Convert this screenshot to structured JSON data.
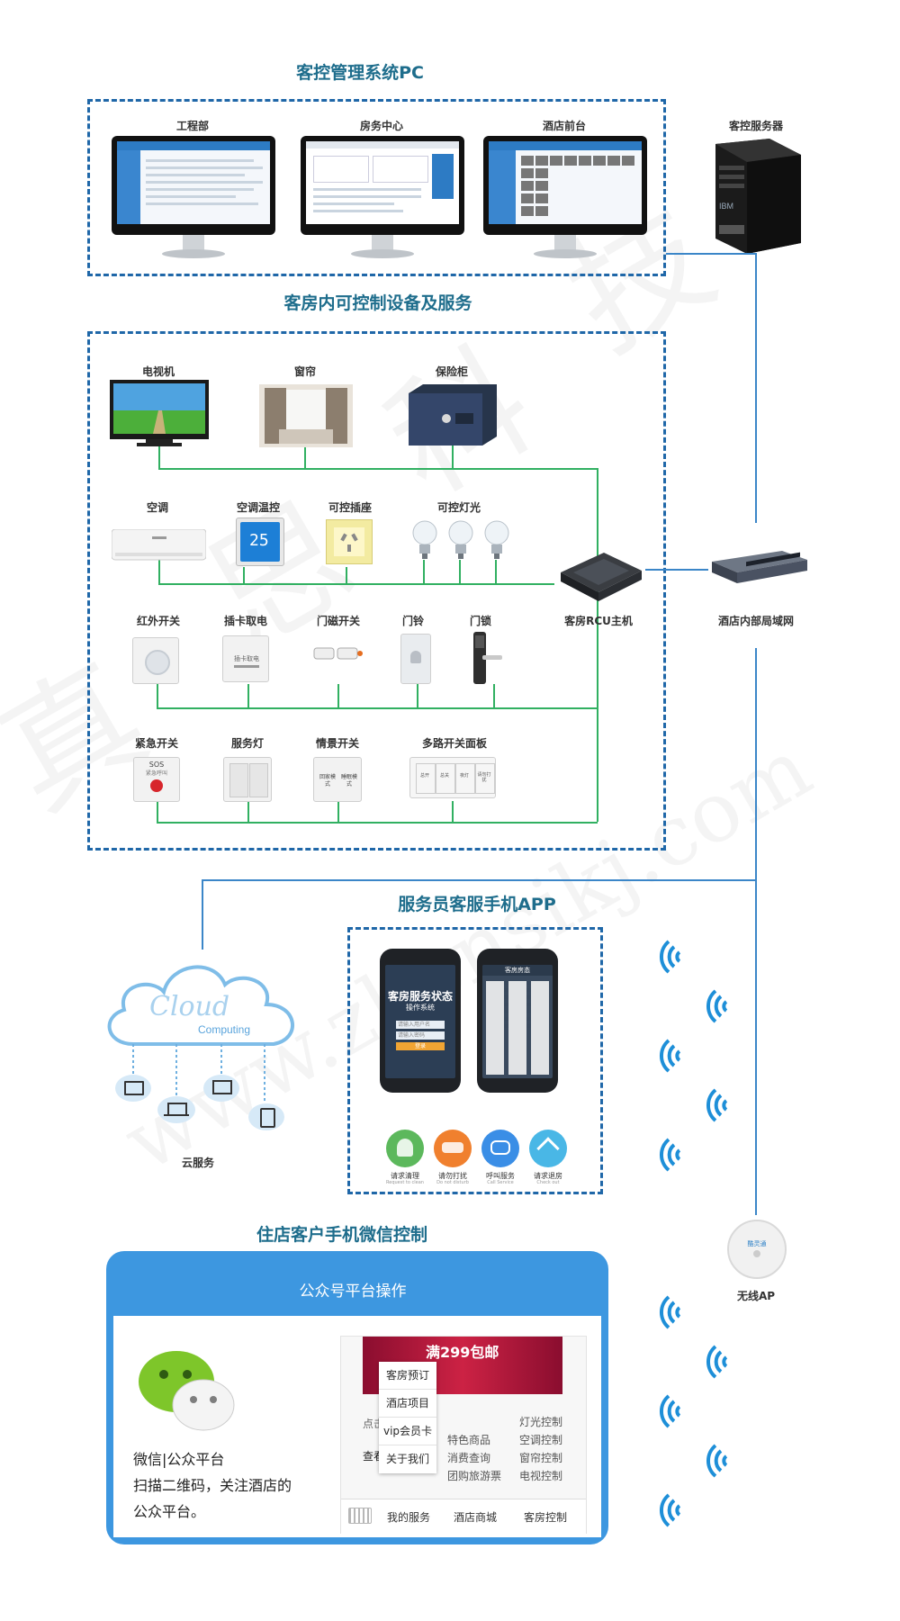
{
  "sections": {
    "pc_title": "客控管理系统PC",
    "devices_title": "客房内可控制设备及服务",
    "app_title": "服务员客服手机APP",
    "wechat_title": "住店客户手机微信控制"
  },
  "pc": {
    "monitors": [
      "工程部",
      "房务中心",
      "酒店前台"
    ],
    "server_label": "客控服务器",
    "server_brand": "IBM"
  },
  "devices": {
    "row1": [
      "电视机",
      "窗帘",
      "保险柜"
    ],
    "row2": [
      "空调",
      "空调温控",
      "可控插座",
      "可控灯光"
    ],
    "row3": [
      "红外开关",
      "插卡取电",
      "门磁开关",
      "门铃",
      "门锁"
    ],
    "row4": [
      "紧急开关",
      "服务灯",
      "情景开关",
      "多路开关面板"
    ],
    "thermostat_value": "25",
    "rcu_label": "客房RCU主机",
    "lan_label": "酒店内部局域网",
    "scene_switch_texts": [
      "回家模式",
      "睡眠模式"
    ],
    "multi_panel_texts": [
      "总开",
      "总关",
      "夜灯",
      "请勿打扰"
    ],
    "card_panel_text": "插卡取电",
    "emergency_text": "SOS",
    "emergency_sub": "紧急呼叫"
  },
  "cloud": {
    "word": "Cloud",
    "sub": "Computing",
    "label": "云服务"
  },
  "app": {
    "login_title": "客房服务状态",
    "login_sub": "操作系统",
    "login_user_ph": "请输入用户名",
    "login_pass_ph": "请输入密码",
    "login_btn": "登录",
    "right_header": "客房房态",
    "buttons": [
      {
        "label": "请求清理",
        "sub": "Request to clean",
        "color": "#5cb85c"
      },
      {
        "label": "请勿打扰",
        "sub": "Do not disturb",
        "color": "#f0802e"
      },
      {
        "label": "呼叫服务",
        "sub": "Call Service",
        "color": "#3a8ee6"
      },
      {
        "label": "请求退房",
        "sub": "Check out",
        "color": "#49b7e6"
      }
    ]
  },
  "ap": {
    "label": "无线AP",
    "brand": "酷灵通"
  },
  "wechat": {
    "header": "公众号平台操作",
    "desc_line1": "微信|公众平台",
    "desc_line2": "扫描二维码，关注酒店的",
    "desc_line3": "公众平台。",
    "banner_text": "满299包邮",
    "menu": [
      "客房预订",
      "酒店项目",
      "vip会员卡",
      "关于我们"
    ],
    "col2": [
      "特色商品",
      "消费查询",
      "团购旅游票"
    ],
    "col3": [
      "灯光控制",
      "空调控制",
      "窗帘控制",
      "电视控制"
    ],
    "partial_texts": [
      "点击",
      "查看"
    ],
    "tabs": [
      "我的服务",
      "酒店商城",
      "客房控制"
    ]
  },
  "watermark": [
    "真",
    "思",
    "科",
    "技",
    "www.zhensikj.com"
  ],
  "colors": {
    "title": "#1e6d8c",
    "dash": "#1f67a8",
    "green_line": "#31b061",
    "blue_line": "#3b86c8",
    "wechat_blue": "#3d97e0"
  }
}
